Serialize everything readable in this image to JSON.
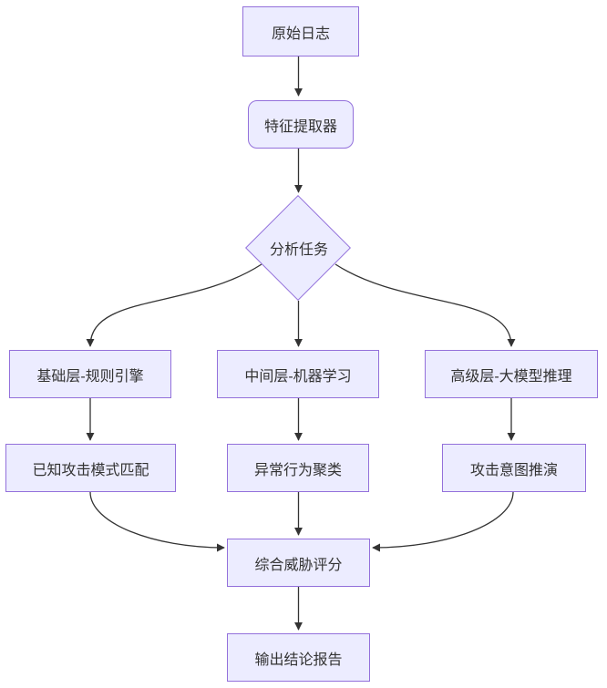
{
  "diagram": {
    "type": "flowchart",
    "direction": "top-down",
    "colors": {
      "background": "#ffffff",
      "node_fill": "#ECECFF",
      "node_border": "#9370DB",
      "edge_color": "#333333",
      "text_color": "#333333"
    },
    "nodes": [
      {
        "id": "raw-log",
        "label": "原始日志",
        "shape": "rect"
      },
      {
        "id": "feature-extractor",
        "label": "特征提取器",
        "shape": "rounded"
      },
      {
        "id": "analysis-task",
        "label": "分析任务",
        "shape": "diamond"
      },
      {
        "id": "rule-engine-layer",
        "label": "基础层-规则引擎",
        "shape": "rect"
      },
      {
        "id": "ml-layer",
        "label": "中间层-机器学习",
        "shape": "rect"
      },
      {
        "id": "llm-layer",
        "label": "高级层-大模型推理",
        "shape": "rect"
      },
      {
        "id": "known-attack-matching",
        "label": "已知攻击模式匹配",
        "shape": "rect"
      },
      {
        "id": "anomaly-clustering",
        "label": "异常行为聚类",
        "shape": "rect"
      },
      {
        "id": "attack-intent",
        "label": "攻击意图推演",
        "shape": "rect"
      },
      {
        "id": "threat-score",
        "label": "综合威胁评分",
        "shape": "rect"
      },
      {
        "id": "output-report",
        "label": "输出结论报告",
        "shape": "rect"
      }
    ],
    "edges": [
      {
        "from": "raw-log",
        "to": "feature-extractor"
      },
      {
        "from": "feature-extractor",
        "to": "analysis-task"
      },
      {
        "from": "analysis-task",
        "to": "rule-engine-layer"
      },
      {
        "from": "analysis-task",
        "to": "ml-layer"
      },
      {
        "from": "analysis-task",
        "to": "llm-layer"
      },
      {
        "from": "rule-engine-layer",
        "to": "known-attack-matching"
      },
      {
        "from": "ml-layer",
        "to": "anomaly-clustering"
      },
      {
        "from": "llm-layer",
        "to": "attack-intent"
      },
      {
        "from": "known-attack-matching",
        "to": "threat-score"
      },
      {
        "from": "anomaly-clustering",
        "to": "threat-score"
      },
      {
        "from": "attack-intent",
        "to": "threat-score"
      },
      {
        "from": "threat-score",
        "to": "output-report"
      }
    ]
  }
}
